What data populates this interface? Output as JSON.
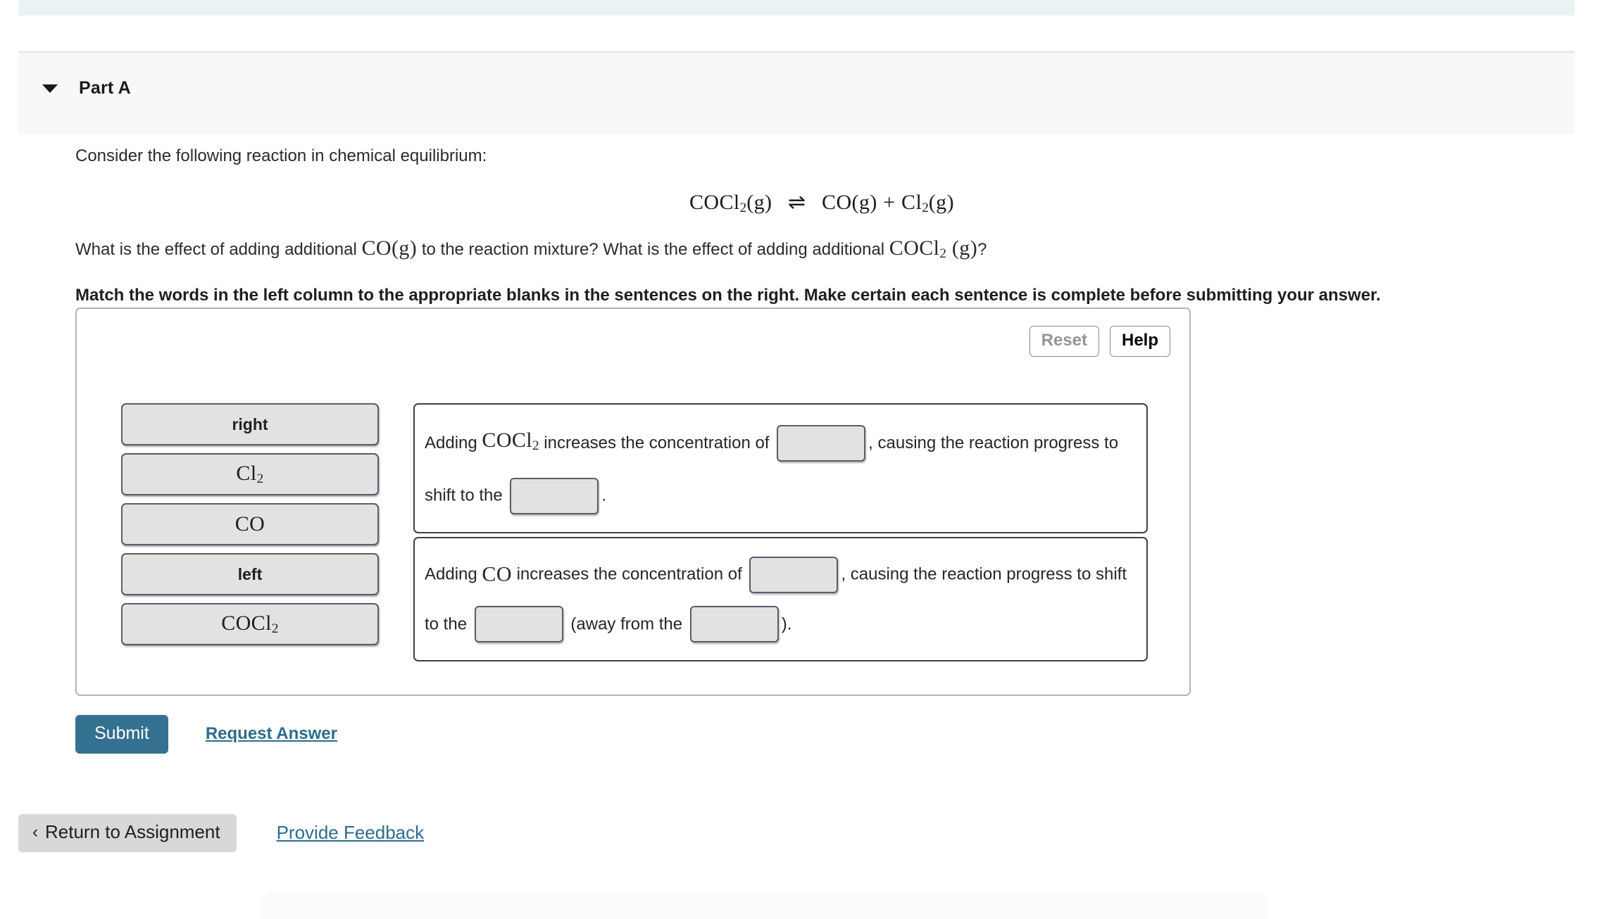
{
  "page": {
    "accent_teal": "#e8f4f4",
    "submit_blue": "#34708f",
    "link_blue": "#2c6d8c"
  },
  "part_header": {
    "title": "Part A",
    "caret": "caret-down-icon"
  },
  "prompt": {
    "intro": "Consider the following reaction in chemical equilibrium:",
    "equation": {
      "reactant": "COCl",
      "reactant_sub": "2",
      "reactant_state": "(g)",
      "arrow": "⇌",
      "product1": "CO",
      "product1_state": "(g)",
      "plus": "+",
      "product2": "Cl",
      "product2_sub": "2",
      "product2_state": "(g)"
    },
    "question_part1": "What is the effect of adding additional",
    "question_species1": "CO",
    "question_species1_state": "(g)",
    "question_part2": "to the reaction mixture? What is the effect of adding additional",
    "question_species2": "COCl",
    "question_species2_sub": "2",
    "question_species2_state": "(g)",
    "question_end": "?",
    "instruction": "Match the words in the left column to the appropriate blanks in the sentences on the right. Make certain each sentence is complete before submitting your answer."
  },
  "panel": {
    "reset_label": "Reset",
    "help_label": "Help",
    "tiles": [
      {
        "text": "right",
        "style": "word"
      },
      {
        "text": "Cl",
        "sub": "2",
        "style": "formula"
      },
      {
        "text": "CO",
        "style": "formula"
      },
      {
        "text": "left",
        "style": "word"
      },
      {
        "text": "COCl",
        "sub": "2",
        "style": "formula"
      }
    ],
    "sentence1": {
      "seg1": "Adding",
      "species": "COCl",
      "species_sub": "2",
      "seg2": "increases the concentration of",
      "seg3": ", causing the reaction",
      "seg4": "progress to shift to the",
      "seg5": "."
    },
    "sentence2": {
      "seg1": "Adding",
      "species": "CO",
      "seg2": "increases the concentration of",
      "seg3": ", causing the reaction progress",
      "seg4": "to shift to the",
      "seg5": "(away from the",
      "seg6": ")."
    }
  },
  "actions": {
    "submit_label": "Submit",
    "request_answer_label": "Request Answer"
  },
  "footer": {
    "return_label": "Return to Assignment",
    "return_chevron": "‹",
    "provide_feedback_label": "Provide Feedback"
  }
}
